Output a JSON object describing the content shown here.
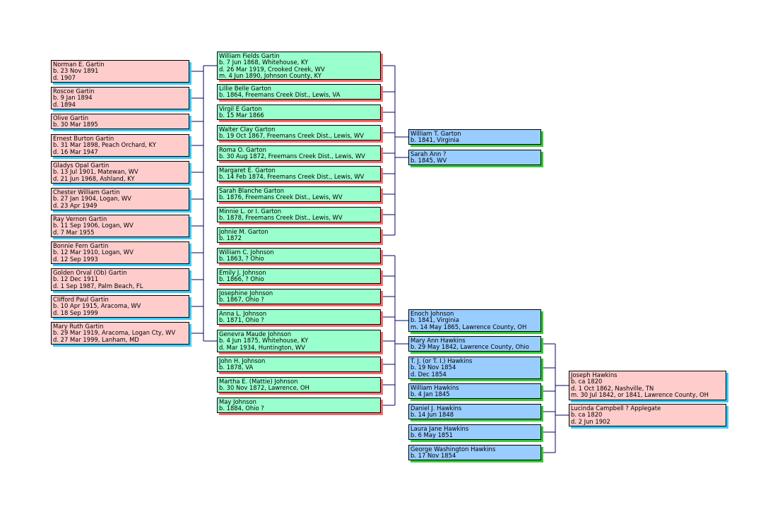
{
  "colors": {
    "pink_fill": "#ffcccc",
    "pink_shadow": "#33ccff",
    "green_fill": "#99ffcc",
    "green_shadow": "#ff6666",
    "blue_fill": "#99ccff",
    "blue_shadow": "#33cc33",
    "connector": "#000066"
  },
  "col1": [
    {
      "name": "Norman E. Gartin",
      "lines": [
        "b. 23 Nov 1891",
        "d. 1907"
      ]
    },
    {
      "name": "Roscoe Gartin",
      "lines": [
        "b. 9 Jan 1894",
        "d. 1894"
      ]
    },
    {
      "name": "Olive Gartin",
      "lines": [
        "b. 30 Mar 1895"
      ]
    },
    {
      "name": "Ernest Burton Gartin",
      "lines": [
        "b. 31 Mar 1898, Peach Orchard, KY",
        "d. 16 Mar 1947"
      ]
    },
    {
      "name": "Gladys Opal Gartin",
      "lines": [
        "b. 13 Jul 1901, Matewan, WV",
        "d. 21 Jun 1968, Ashland, KY"
      ]
    },
    {
      "name": "Chester William Gartin",
      "lines": [
        "b. 27 Jan 1904, Logan, WV",
        "d. 23 Apr 1949"
      ]
    },
    {
      "name": "Ray Vernon Gartin",
      "lines": [
        "b. 11 Sep 1906, Logan, WV",
        "d. 7 Mar 1955"
      ]
    },
    {
      "name": "Bonnie Fern Gartin",
      "lines": [
        "b. 12 Mar 1910, Logan, WV",
        "d. 12 Sep 1993"
      ]
    },
    {
      "name": "Golden Orval (Ob) Gartin",
      "lines": [
        "b. 12 Dec 1911",
        "d. 1 Sep 1987, Palm Beach, FL"
      ]
    },
    {
      "name": "Clifford Paul Gartin",
      "lines": [
        "b. 10 Apr 1915, Aracoma, WV",
        "d. 18 Sep 1999"
      ]
    },
    {
      "name": "Mary Ruth Gartin",
      "lines": [
        "b. 29 Mar 1919, Aracoma, Logan Cty, WV",
        "d. 27 Mar 1999, Lanham, MD"
      ]
    }
  ],
  "col2_gartons": [
    {
      "name": "William Fields Gartin",
      "lines": [
        "b. 7 Jun 1868, Whitehouse, KY",
        "d. 26 Mar 1919, Crooked Creek, WV",
        "m. 4 Jun 1890, Johnson County, KY"
      ]
    },
    {
      "name": "Lillie Belle Garton",
      "lines": [
        "b. 1864, Freemans Creek Dist., Lewis, VA"
      ]
    },
    {
      "name": "Virgil E Garton",
      "lines": [
        "b. 15 Mar 1866"
      ]
    },
    {
      "name": "Walter Clay Garton",
      "lines": [
        "b. 19 Oct 1867, Freemans Creek Dist., Lewis, WV"
      ]
    },
    {
      "name": "Roma O. Garton",
      "lines": [
        "b. 30 Aug 1872, Freemans Creek Dist., Lewis, WV"
      ]
    },
    {
      "name": "Margaret E. Garton",
      "lines": [
        "b. 14 Feb 1874, Freemans Creek Dist., Lewis, WV"
      ]
    },
    {
      "name": "Sarah Blanche Garton",
      "lines": [
        "b. 1876, Freemans Creek Dist., Lewis, WV"
      ]
    },
    {
      "name": "Minnie L. or I. Garton",
      "lines": [
        "b. 1878, Freemans Creek Dist., Lewis, WV"
      ]
    },
    {
      "name": "Johnie M. Garton",
      "lines": [
        "b. 1872"
      ]
    }
  ],
  "col2_johnsons": [
    {
      "name": "William C. Johnson",
      "lines": [
        "b. 1863, ? Ohio"
      ]
    },
    {
      "name": "Emily J. Johnson",
      "lines": [
        "b. 1866, ? Ohio"
      ]
    },
    {
      "name": "Josephine Johnson",
      "lines": [
        "b. 1867, Ohio ?"
      ]
    },
    {
      "name": "Anna L. Johnson",
      "lines": [
        "b. 1871, Ohio ?"
      ]
    },
    {
      "name": "Genevra Maude Johnson",
      "lines": [
        "b. 4 Jun 1875, Whitehouse, KY",
        "d. Mar 1934, Huntington, WV"
      ]
    },
    {
      "name": "John H. Johnson",
      "lines": [
        "b. 1878, VA"
      ]
    },
    {
      "name": "Martha E. (Mattie) Johnson",
      "lines": [
        "b. 30 Nov 1872, Lawrence, OH"
      ]
    },
    {
      "name": "May Johnson",
      "lines": [
        "b. 1884, Ohio ?"
      ]
    }
  ],
  "col3_garton_parents": [
    {
      "name": "William T. Garton",
      "lines": [
        "b. 1841, Virginia"
      ]
    },
    {
      "name": "Sarah Ann ?",
      "lines": [
        "b. 1845, WV"
      ]
    }
  ],
  "col3_johnson_parents": [
    {
      "name": "Enoch Johnson",
      "lines": [
        "b. 1841, Virginia",
        "m. 14 May 1865, Lawrence County, OH"
      ]
    },
    {
      "name": "Mary Ann Hawkins",
      "lines": [
        "b. 29 May 1842, Lawrence County, Ohio"
      ]
    }
  ],
  "col3_hawkins": [
    {
      "name": "T. J. (or T. I.) Hawkins",
      "lines": [
        "b. 19 Nov 1854",
        "d. Dec 1854"
      ]
    },
    {
      "name": "William Hawkins",
      "lines": [
        "b. 4 Jan 1845"
      ]
    },
    {
      "name": "Daniel J. Hawkins",
      "lines": [
        "b. 14 Jun 1848"
      ]
    },
    {
      "name": "Laura Jane Hawkins",
      "lines": [
        "b. 6 May 1851"
      ]
    },
    {
      "name": "George Washington Hawkins",
      "lines": [
        "b. 17 Nov 1854"
      ]
    }
  ],
  "col4_hawkins_parents": [
    {
      "name": "Joseph Hawkins",
      "lines": [
        "b. ca 1820",
        "d. 1 Oct 1862, Nashville, TN",
        "m. 30 Jul 1842, or 1841, Lawrence County, OH"
      ]
    },
    {
      "name": "Lucinda Campbell  ? Applegate",
      "lines": [
        "b. ca 1820",
        "d. 2 Jun 1902"
      ]
    }
  ]
}
